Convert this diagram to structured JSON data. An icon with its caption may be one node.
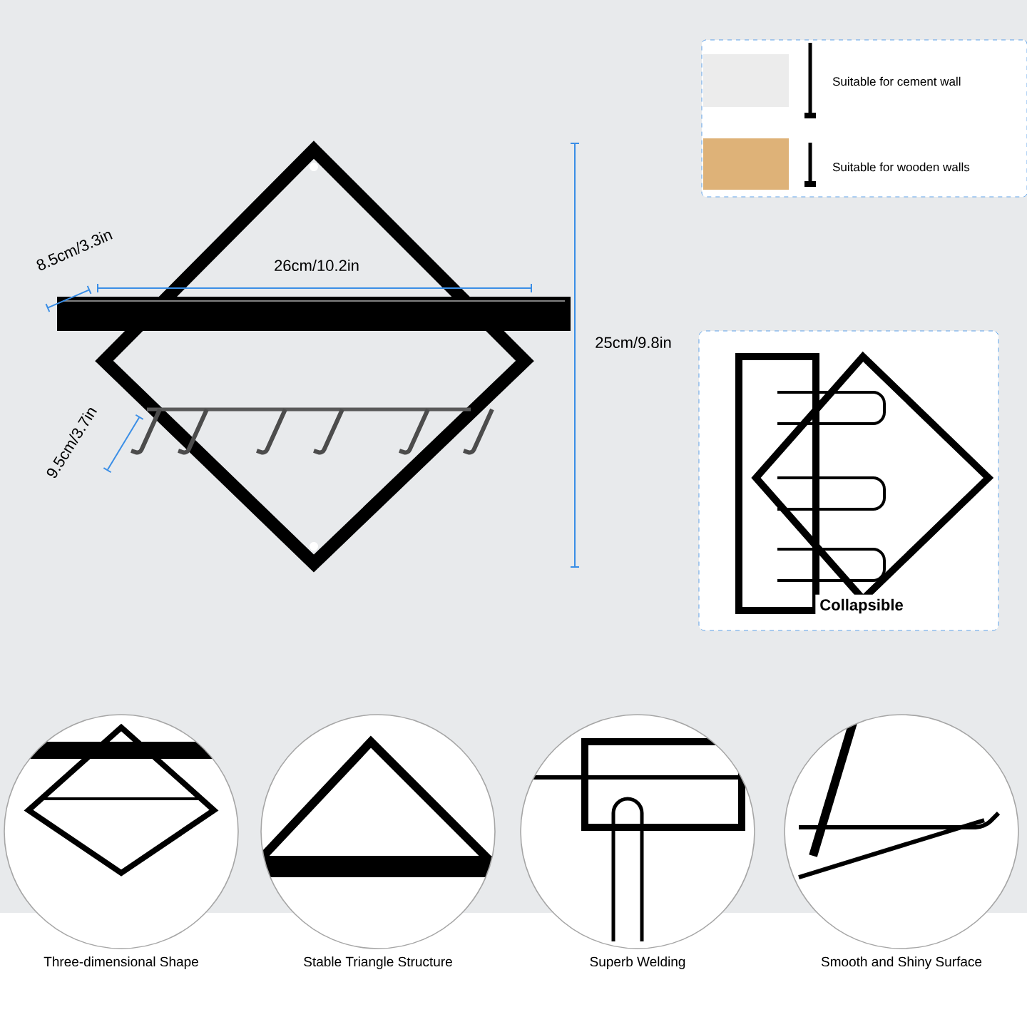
{
  "diagram": {
    "nodes": [
      {
        "text": [
          "Suitable for cement wall",
          "Suitable for wooden walls"
        ]
      },
      {
        "text": [
          "Collapsible"
        ]
      },
      {
        "text": [],
        "shape": "circle",
        "beside": [
          "Three-dimensional Shape"
        ]
      },
      {
        "text": [],
        "shape": "circle",
        "beside": [
          "Stable Triangle Structure"
        ]
      },
      {
        "text": [],
        "shape": "circle",
        "beside": [
          "Superb Welding"
        ]
      },
      {
        "text": [],
        "shape": "circle",
        "beside": [
          "Smooth and Shiny Surface"
        ]
      }
    ],
    "labels": [
      "8.5cm/3.3in",
      "26cm/10.2in",
      "25cm/9.8in",
      "9.5cm/3.7in"
    ]
  }
}
